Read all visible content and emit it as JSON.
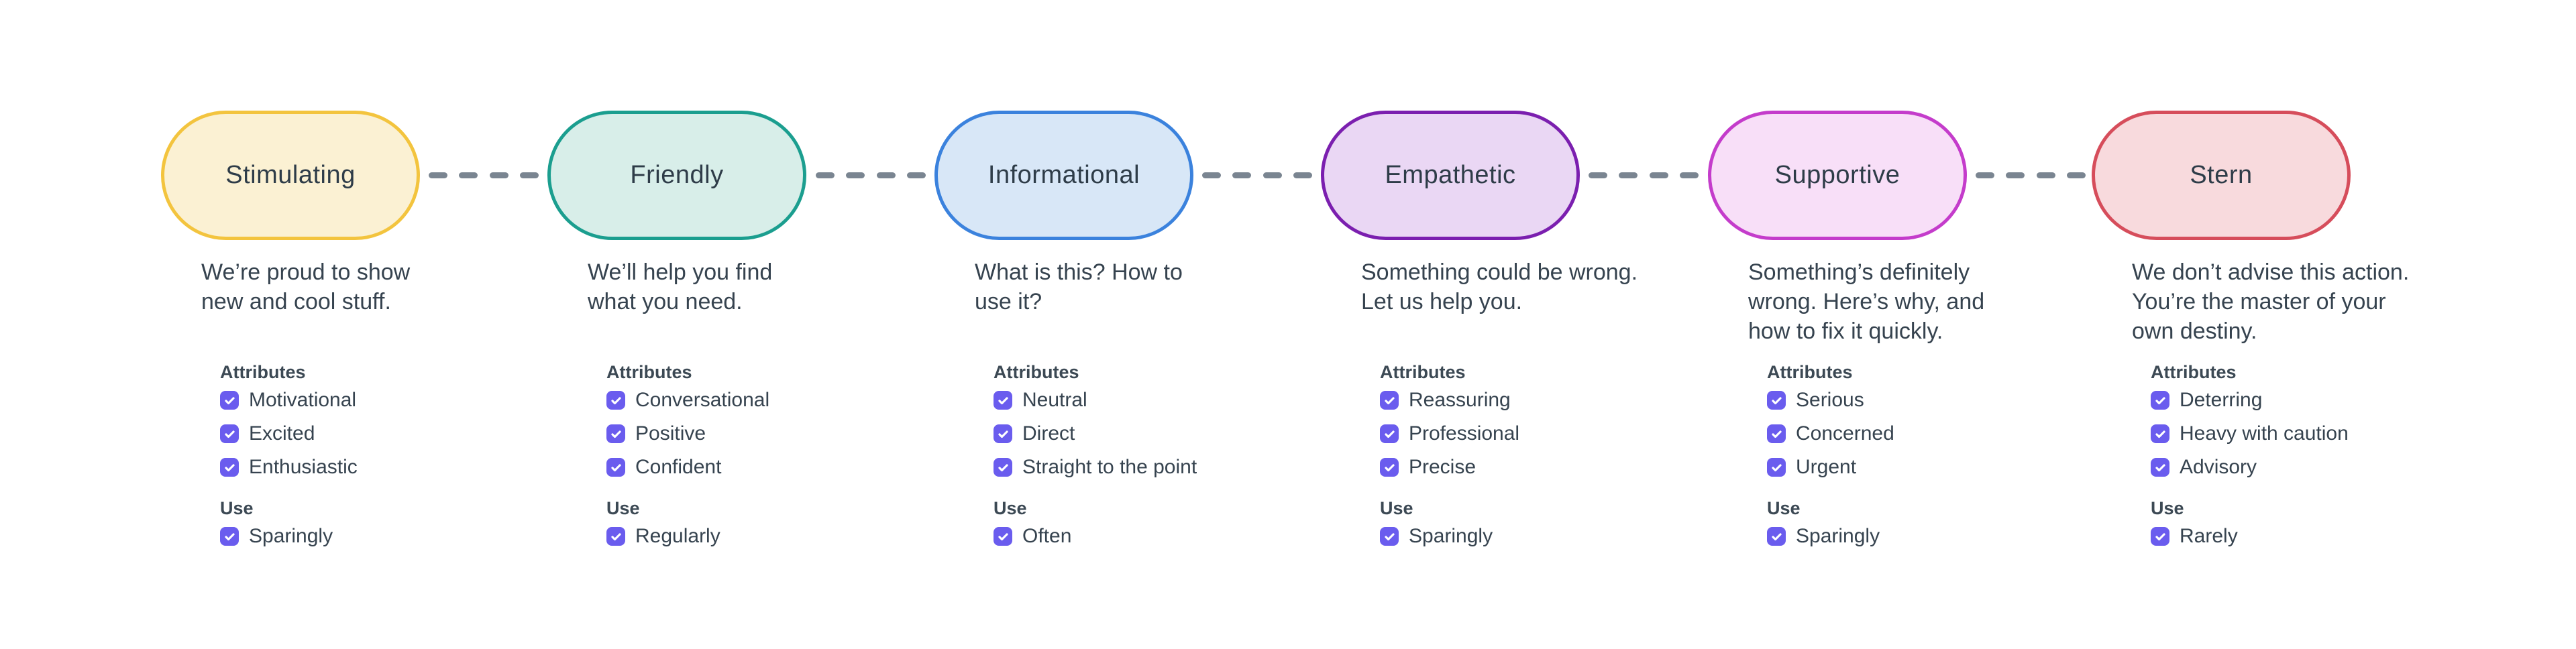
{
  "labels": {
    "attributes_heading": "Attributes",
    "use_heading": "Use"
  },
  "colors": {
    "text": "#36434F",
    "pill_title_text": "#2E3C48",
    "heading_text": "#3C4954",
    "checkbox": "#6A5CEE",
    "checkmark": "#FFFFFF",
    "connector_dash": "#7A8591",
    "background": "#FFFFFF"
  },
  "tones": [
    {
      "name": "Stimulating",
      "description_lines": [
        "We’re proud to show",
        "new and cool stuff."
      ],
      "attributes": [
        "Motivational",
        "Excited",
        "Enthusiastic"
      ],
      "attributes_checked": [
        true,
        true,
        true
      ],
      "use": "Sparingly",
      "use_checked": true,
      "colors": {
        "border": "#F3C43E",
        "fill": "#FBF1D3"
      }
    },
    {
      "name": "Friendly",
      "description_lines": [
        "We’ll help you find",
        "what you need."
      ],
      "attributes": [
        "Conversational",
        "Positive",
        "Confident"
      ],
      "attributes_checked": [
        true,
        true,
        true
      ],
      "use": "Regularly",
      "use_checked": true,
      "colors": {
        "border": "#1B9E8F",
        "fill": "#D8EEE9"
      }
    },
    {
      "name": "Informational",
      "description_lines": [
        "What is this? How to",
        "use it?"
      ],
      "attributes": [
        "Neutral",
        "Direct",
        "Straight to the point"
      ],
      "attributes_checked": [
        true,
        true,
        true
      ],
      "use": "Often",
      "use_checked": true,
      "colors": {
        "border": "#3B82DD",
        "fill": "#D8E7F7"
      }
    },
    {
      "name": "Empathetic",
      "description_lines": [
        "Something could be wrong.",
        "Let us help you."
      ],
      "attributes": [
        "Reassuring",
        "Professional",
        "Precise"
      ],
      "attributes_checked": [
        true,
        true,
        true
      ],
      "use": "Sparingly",
      "use_checked": true,
      "colors": {
        "border": "#7B1FAF",
        "fill": "#EAD7F4"
      }
    },
    {
      "name": "Supportive",
      "description_lines": [
        "Something’s definitely",
        "wrong. Here’s why, and",
        "how to fix it quickly."
      ],
      "attributes": [
        "Serious",
        "Concerned",
        "Urgent"
      ],
      "attributes_checked": [
        true,
        true,
        true
      ],
      "use": "Sparingly",
      "use_checked": true,
      "colors": {
        "border": "#C43CCB",
        "fill": "#F8DFF8"
      }
    },
    {
      "name": "Stern",
      "description_lines": [
        "We don’t advise this action.",
        "You’re the master of your",
        "own destiny."
      ],
      "attributes": [
        "Deterring",
        "Heavy with caution",
        "Advisory"
      ],
      "attributes_checked": [
        true,
        true,
        true
      ],
      "use": "Rarely",
      "use_checked": true,
      "colors": {
        "border": "#D64D5B",
        "fill": "#F8DADD"
      }
    }
  ]
}
